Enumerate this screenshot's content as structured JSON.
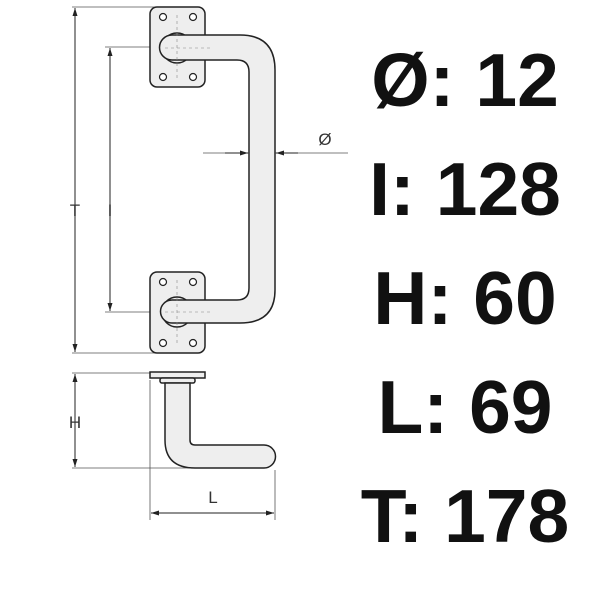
{
  "drawing": {
    "labels": {
      "T": "T",
      "I": "I",
      "H": "H",
      "L": "L",
      "diameter": "Ø"
    }
  },
  "specs": [
    {
      "label": "Ø: 12"
    },
    {
      "label": "I: 128"
    },
    {
      "label": "H: 60"
    },
    {
      "label": "L: 69"
    },
    {
      "label": "T: 178"
    }
  ]
}
